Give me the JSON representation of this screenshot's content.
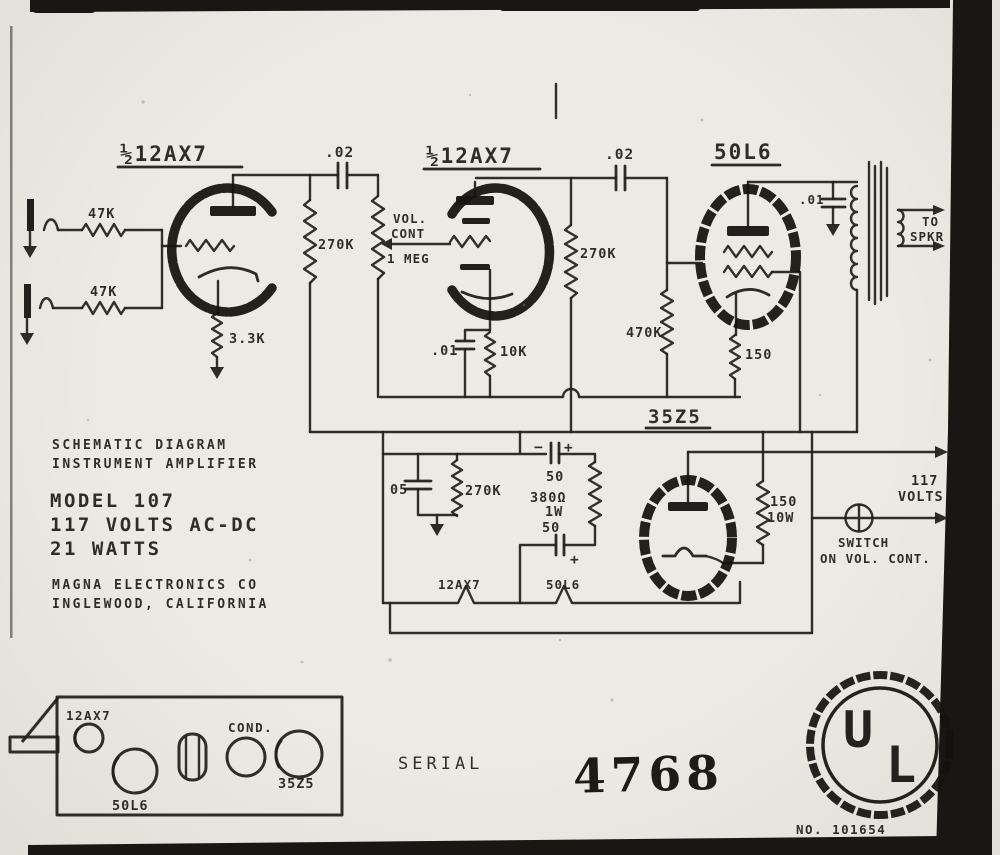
{
  "page": {
    "paper": "#eae7e1",
    "ink": "#1e1b17"
  },
  "schematic": {
    "tubes": {
      "v1": "½12AX7",
      "v2": "½12AX7",
      "v3": "50L6",
      "v4": "35Z5"
    },
    "components": {
      "r_input_1": "47K",
      "r_input_2": "47K",
      "r_cathode_v1": "3.3K",
      "c_couple_1": ".02",
      "r_plate_1": "270K",
      "vol_line1": "VOL.",
      "vol_line2": "CONT",
      "vol_line3": "1 MEG",
      "c_bypass": ".01",
      "r_cathode_v2": "10K",
      "c_couple_2": ".02",
      "r_plate_2": "270K",
      "r_grid_50l6": "470K",
      "r_cathode_50l6": "150",
      "c_plate": ".01",
      "spkr_line1": "TO",
      "spkr_line2": "SPKR",
      "c_bias": "05",
      "r_bias": "270K",
      "minus": "−",
      "plus": "+",
      "plus2": "+",
      "c_filter_in": "50",
      "r_filter": "380Ω",
      "r_filter_watt": "1W",
      "c_filter_out": "50",
      "heater_1": "12AX7",
      "heater_2": "50L6",
      "r_dropper": "150",
      "r_dropper_watt": "10W",
      "mains_line1": "117",
      "mains_line2": "VOLTS",
      "switch_line1": "SWITCH",
      "switch_line2": "ON VOL. CONT."
    }
  },
  "title_block": {
    "line1": "SCHEMATIC DIAGRAM",
    "line2": "INSTRUMENT AMPLIFIER",
    "model": "MODEL 107",
    "volts": "117 VOLTS AC-DC",
    "watts": "21 WATTS",
    "company": "MAGNA ELECTRONICS CO",
    "city": "INGLEWOOD, CALIFORNIA"
  },
  "chassis": {
    "tube_small": "12AX7",
    "tube_output": "50L6",
    "cond": "COND.",
    "tube_rect": "35Z5"
  },
  "serial": {
    "label": "SERIAL",
    "number": "4768"
  },
  "ul_mark": {
    "letter_u": "U",
    "letter_l": "L",
    "file_no": "NO. 101654"
  }
}
